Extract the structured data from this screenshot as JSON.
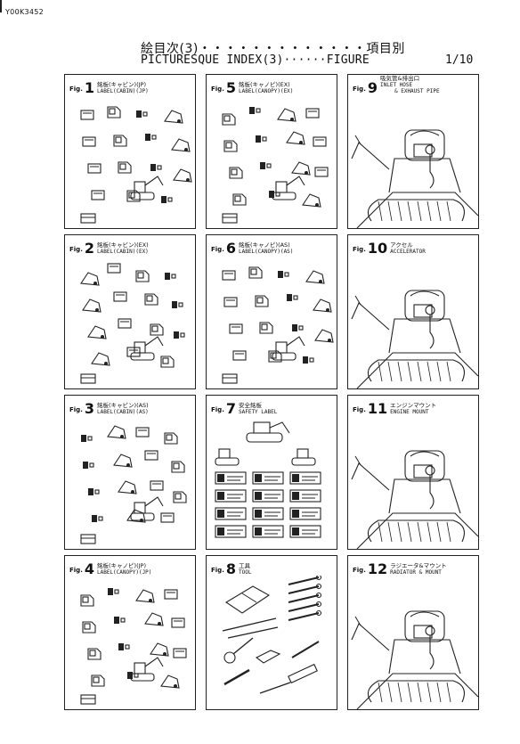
{
  "header": {
    "doc_code": "Y00K3452",
    "title_jp": "絵目次(3)・・・・・・・・・・・・・項目別",
    "title_en": "PICTURESQUE INDEX(3)······FIGURE",
    "page": "1/10"
  },
  "figures": [
    {
      "prefix": "Fig.",
      "num": "1",
      "jp": "銘板(キャビン)(JP)",
      "en": "LABEL(CABIN)(JP)",
      "art": "parts-icon"
    },
    {
      "prefix": "Fig.",
      "num": "5",
      "jp": "銘板(キャノピ)(EX)",
      "en": "LABEL(CANOPY)(EX)",
      "art": "parts-icon"
    },
    {
      "prefix": "Fig.",
      "num": "9",
      "jp": "吸気管&排出口",
      "en": "INLET HOSE",
      "en2": "& EXHAUST PIPE",
      "art": "excavator-icon"
    },
    {
      "prefix": "Fig.",
      "num": "2",
      "jp": "銘板(キャビン)(EX)",
      "en": "LABEL(CABIN)(EX)",
      "art": "parts-icon"
    },
    {
      "prefix": "Fig.",
      "num": "6",
      "jp": "銘板(キャノピ)(AS)",
      "en": "LABEL(CANOPY)(AS)",
      "art": "parts-icon"
    },
    {
      "prefix": "Fig.",
      "num": "10",
      "jp": "アクセル",
      "en": "ACCELERATOR",
      "art": "excavator-icon"
    },
    {
      "prefix": "Fig.",
      "num": "3",
      "jp": "銘板(キャビン)(AS)",
      "en": "LABEL(CABIN)(AS)",
      "art": "parts-icon"
    },
    {
      "prefix": "Fig.",
      "num": "7",
      "jp": "安全銘板",
      "en": "SAFETY LABEL",
      "art": "labels-icon"
    },
    {
      "prefix": "Fig.",
      "num": "11",
      "jp": "エンジンマウント",
      "en": "ENGINE MOUNT",
      "art": "excavator-icon"
    },
    {
      "prefix": "Fig.",
      "num": "4",
      "jp": "銘板(キャノピ)(JP)",
      "en": "LABEL(CANOPY)(JP)",
      "art": "parts-icon"
    },
    {
      "prefix": "Fig.",
      "num": "8",
      "jp": "工具",
      "en": "TOOL",
      "art": "tools-icon"
    },
    {
      "prefix": "Fig.",
      "num": "12",
      "jp": "ラジエータ&マウント",
      "en": "RADIATOR & MOUNT",
      "art": "excavator-icon"
    }
  ]
}
